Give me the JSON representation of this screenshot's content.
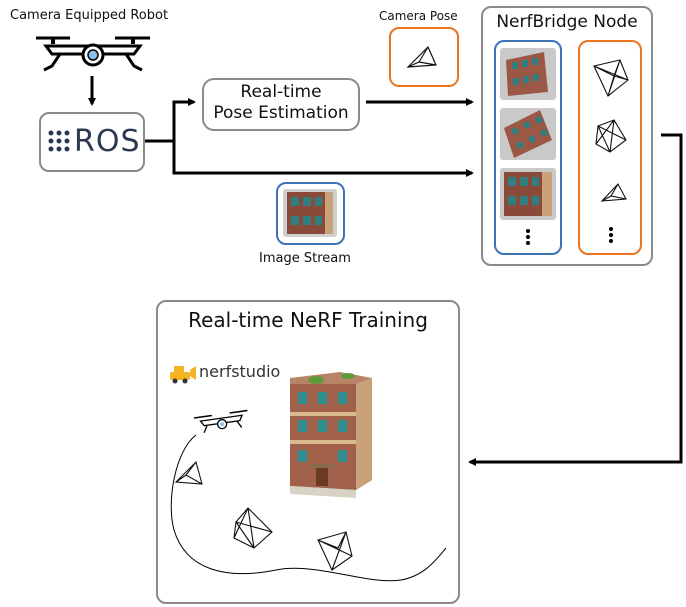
{
  "labels": {
    "robot": "Camera Equipped Robot",
    "ros": "ROS",
    "pose_estimation_line1": "Real-time",
    "pose_estimation_line2": "Pose Estimation",
    "camera_pose": "Camera Pose",
    "image_stream": "Image Stream",
    "nerfbridge_node": "NerfBridge Node",
    "nerf_training": "Real-time NeRF Training",
    "nerfstudio": "nerfstudio"
  },
  "colors": {
    "gray_border": "#8a8a8a",
    "blue_border": "#3d72b8",
    "orange_border": "#ec7421",
    "arrow": "#000000",
    "ros_text": "#2b3a4f",
    "building_wall": "#a0604a",
    "building_window": "#2f8f8f",
    "nerfstudio_logo": "#f5b321"
  },
  "icons": [
    "drone-icon",
    "ros-logo",
    "camera-frustum-icon",
    "building-image",
    "nerfstudio-logo"
  ]
}
